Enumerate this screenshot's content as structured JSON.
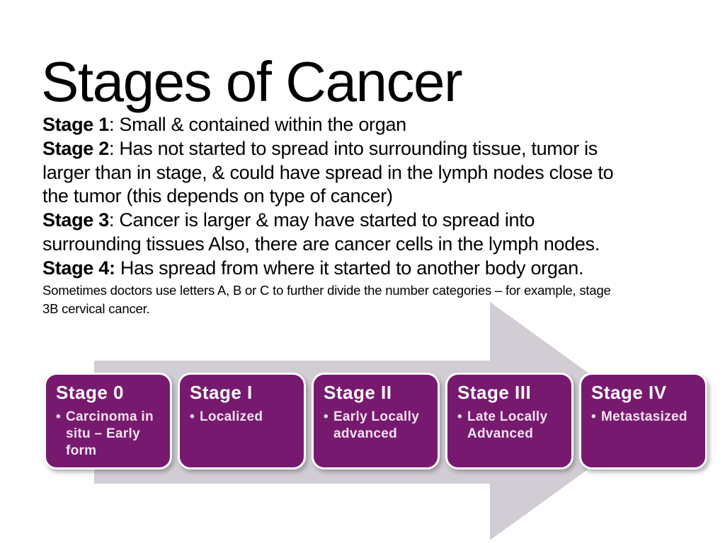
{
  "slide": {
    "title": "Stages of Cancer",
    "body_lines": [
      {
        "bold": "Stage 1",
        "rest": ": Small & contained within the organ"
      },
      {
        "bold": "Stage 2",
        "rest": ": Has not started to spread into surrounding tissue, tumor is"
      },
      {
        "bold": "",
        "rest": "larger than in stage, & could have spread in the lymph nodes close to"
      },
      {
        "bold": "",
        "rest": "the tumor (this depends on type of cancer)"
      },
      {
        "bold": "Stage 3",
        "rest": ": Cancer is larger & may have started to spread into"
      },
      {
        "bold": "",
        "rest": "surrounding tissues Also, there are cancer cells in the lymph nodes."
      },
      {
        "bold": "Stage 4:",
        "rest": " Has spread from where it started to another body organ."
      }
    ],
    "note_lines": [
      "Sometimes doctors use letters A, B or C to further divide the number categories – for example, stage",
      "3B cervical cancer."
    ]
  },
  "diagram": {
    "bullet_glyph": "•",
    "stages": [
      {
        "title": "Stage 0",
        "bullet": "Carcinoma in situ – Early form"
      },
      {
        "title": "Stage I",
        "bullet": "Localized"
      },
      {
        "title": "Stage II",
        "bullet": "Early Locally advanced"
      },
      {
        "title": "Stage III",
        "bullet": "Late Locally Advanced"
      },
      {
        "title": "Stage IV",
        "bullet": "Metastasized"
      }
    ],
    "colors": {
      "arrow_gray": "#d2cdd4",
      "card_purple": "#771a6f",
      "card_border": "#ffffff",
      "card_title_text": "#ffffff",
      "card_bullet_text": "#f2e3f0"
    }
  }
}
